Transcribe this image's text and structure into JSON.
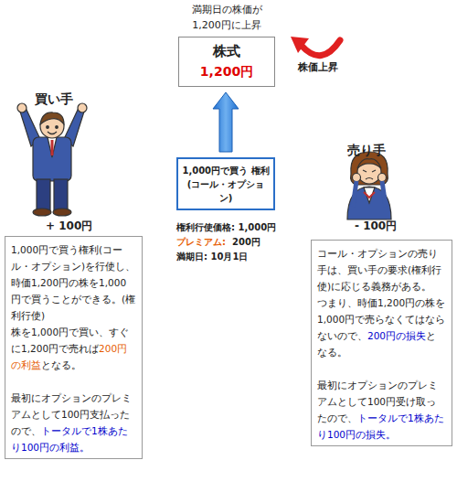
{
  "diagram": {
    "nodes": [
      {
        "text": [
          "株式",
          "1,200円"
        ]
      },
      {
        "text": [
          "1,000円で買う 権利 (コール・オプション)"
        ]
      },
      {
        "text": [
          "1,000円で買う権利(コール・オプション)を行使し、時価1,200円の株を1,000円で買うことができる。(権利行使)",
          "株を1,000円で買い、すぐに1,200円で売れば",
          "200円の利益",
          "となる。",
          "最初にオプションのプレミアムとして100円支払ったので、",
          "トータルで1株あたり100円の利益。"
        ]
      },
      {
        "text": [
          "コール・オプションの売り手は、買い手の要求(権利行使)に応じる義務がある。",
          "つまり、時価1,200円の株を1,000円で売らなくてはならないので、",
          "200円の損失",
          "となる。",
          "最初にオプションのプレミアムとして100円受け取ったので、",
          "トータルで1株あたり100円の損失。"
        ]
      }
    ],
    "edges": [
      {
        "from": 1,
        "to": 0,
        "arrow": "to"
      }
    ],
    "labels": [
      "満期日の株価が 1,200円に上昇",
      "株価上昇",
      "買い手",
      "+ 100円",
      "売り手",
      "- 100円",
      "権利行使価格: 1,000円",
      "プレミアム:",
      "200円",
      "満期日: 10月1日"
    ]
  }
}
